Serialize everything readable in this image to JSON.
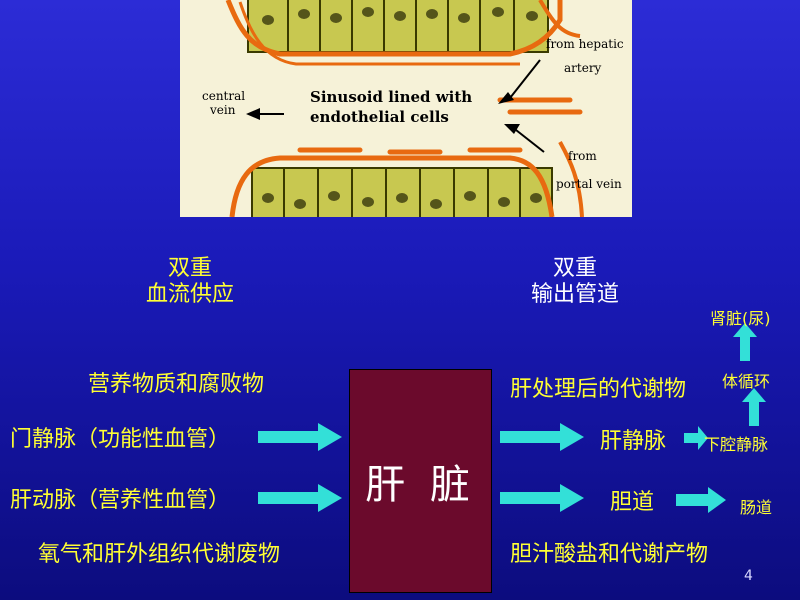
{
  "illustration": {
    "label_artery": "from hepatic artery",
    "label_artery_l1": "from hepatic",
    "label_artery_l2": "artery",
    "label_central_l1": "central",
    "label_central_l2": "vein",
    "label_sinusoid_l1": "Sinusoid lined with",
    "label_sinusoid_l2": "endothelial cells",
    "label_portal_l1": "from",
    "label_portal_l2": "portal vein"
  },
  "headers": {
    "left_l1": "双重",
    "left_l2": "血流供应",
    "right_l1": "双重",
    "right_l2": "输出管道"
  },
  "left": {
    "portal_content": "营养物质和腐败物",
    "portal_vein": "门静脉（功能性血管）",
    "hepatic_artery": "肝动脉（营养性血管）",
    "artery_content": "氧气和肝外组织代谢废物"
  },
  "center": {
    "organ": "肝 脏"
  },
  "right": {
    "processed": "肝处理后的代谢物",
    "hepatic_vein": "肝静脉",
    "ivc": "下腔静脉",
    "systemic": "体循环",
    "kidney": "肾脏(尿)",
    "bile_duct": "胆道",
    "intestine": "肠道",
    "bile_content": "胆汁酸盐和代谢产物"
  },
  "page_number": "4",
  "colors": {
    "arrow_fill": "#33e0d8",
    "liver_box": "#6b0a2c",
    "label_yellow": "#ffff33",
    "cell_green": "#c8c850",
    "vessel_orange": "#e86a10"
  }
}
